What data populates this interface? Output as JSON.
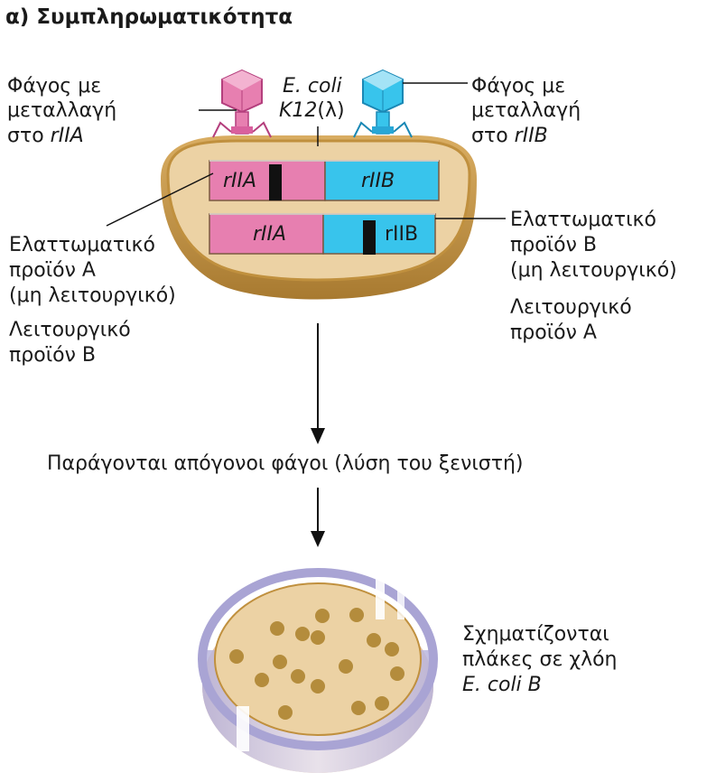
{
  "title": "α) Συμπληρωματικότητα",
  "host": {
    "line1": "E. coli",
    "line2_italic": "K12",
    "line2_rest": "(λ)"
  },
  "phage_left": {
    "line1": "Φάγος με",
    "line2": "μεταλλαγή",
    "line3_prefix": "στο ",
    "line3_gene": "rIIA"
  },
  "phage_right": {
    "line1": "Φάγος με",
    "line2": "μεταλλαγή",
    "line3_prefix": "στο ",
    "line3_gene": "rIIB"
  },
  "chromosome1": {
    "gene_a": "rIIA",
    "gene_b": "rIIB"
  },
  "chromosome2": {
    "gene_a": "rIIA",
    "gene_b": "rIIB"
  },
  "left_note": {
    "line1": "Ελαττωματικό",
    "line2": "προϊόν Α",
    "line3": "(μη λειτουργικό)",
    "line4": "Λειτουργικό",
    "line5": "προϊόν Β"
  },
  "right_note": {
    "line1": "Ελαττωματικό",
    "line2": "προϊόν Β",
    "line3": "(μη λειτουργικό)",
    "line4": "Λειτουργικό",
    "line5": "προϊόν Α"
  },
  "progeny": "Παράγονται απόγονοι φάγοι (λύση του ξενιστή)",
  "plaques": {
    "line1": "Σχηματίζονται",
    "line2": "πλάκες σε χλόη",
    "line3": "E. coli B"
  },
  "colors": {
    "pink": "#e77fb0",
    "blue": "#38c4ec",
    "cell_fill": "#ecd2a4",
    "cell_rim": "#c0903e",
    "plaque": "#b48c3c"
  }
}
